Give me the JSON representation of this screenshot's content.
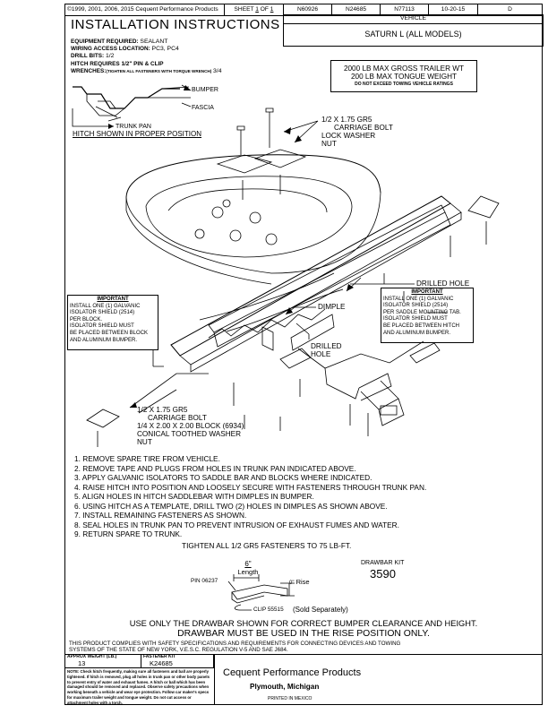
{
  "header": {
    "copyright": "©1999, 2001, 2006, 2015 Cequent Performance Products",
    "sheet_label": "SHEET",
    "sheet_num": "1",
    "of_label": "OF",
    "sheet_total": "1",
    "codes": [
      "N60926",
      "N24685",
      "N77113",
      "10-20-15",
      "D"
    ]
  },
  "title": "INSTALLATION INSTRUCTIONS",
  "vehicle": {
    "label": "VEHICLE",
    "value": "SATURN L (ALL MODELS)"
  },
  "requirements": [
    {
      "label": "EQUIPMENT REQUIRED:",
      "value": "SEALANT"
    },
    {
      "label": "WIRING ACCESS LOCATION:",
      "value": "PC3, PC4"
    },
    {
      "label": "DRILL BITS:",
      "value": "1/2"
    },
    {
      "label": "HITCH REQUIRES 1/2\" PIN & CLIP",
      "value": ""
    },
    {
      "label": "WRENCHES:",
      "note": "(TIGHTEN ALL FASTENERS WITH TORQUE WRENCH)",
      "value": "3/4"
    }
  ],
  "rating": {
    "line1": "2000 LB MAX GROSS TRAILER WT",
    "line2": "200 LB MAX TONGUE WEIGHT",
    "line3": "DO NOT EXCEED TOWING VEHICLE RATINGS"
  },
  "diagram_labels": {
    "bumper": "BUMPER",
    "fascia": "FASCIA",
    "trunk_pan": "TRUNK PAN",
    "hitch_position": "HITCH SHOWN IN PROPER POSITION",
    "bolt_top_1": "1/2 X 1.75 GR5",
    "bolt_top_2": "CARRIAGE BOLT",
    "bolt_top_3": "LOCK WASHER",
    "bolt_top_4": "NUT",
    "drilled_hole_right": "DRILLED HOLE",
    "dimple": "DIMPLE",
    "drilled_hole_1": "DRILLED",
    "drilled_hole_2": "HOLE",
    "bolt_bottom_1": "1/2 X 1.75 GR5",
    "bolt_bottom_2": "CARRIAGE BOLT",
    "bolt_bottom_3": "1/4 X 2.00 X 2.00 BLOCK (6934)",
    "bolt_bottom_4": "CONICAL TOOTHED WASHER",
    "bolt_bottom_5": "NUT"
  },
  "important_left": {
    "title": "IMPORTANT",
    "lines": [
      "INSTALL ONE (1) GALVANIC",
      "ISOLATOR SHIELD (2514)",
      "PER BLOCK.",
      "ISOLATOR SHIELD MUST",
      "BE PLACED BETWEEN BLOCK",
      "AND ALUMINUM BUMPER."
    ]
  },
  "important_right": {
    "title": "IMPORTANT",
    "lines": [
      "INSTALL ONE (1) GALVANIC",
      "ISOLATOR SHIELD (2514)",
      "PER SADDLE MOUNTING TAB.",
      "ISOLATOR SHIELD MUST",
      "BE PLACED BETWEEN HITCH",
      "AND ALUMINUM BUMPER."
    ]
  },
  "steps": [
    "1.  REMOVE SPARE TIRE FROM VEHICLE.",
    "2.  REMOVE TAPE AND PLUGS FROM HOLES IN TRUNK PAN INDICATED ABOVE.",
    "3.  APPLY GALVANIC ISOLATORS TO SADDLE BAR AND BLOCKS WHERE INDICATED.",
    "4.  RAISE HITCH INTO POSITION AND LOOSELY SECURE WITH FASTENERS THROUGH TRUNK PAN.",
    "5.  ALIGN HOLES IN HITCH SADDLEBAR WITH DIMPLES IN BUMPER.",
    "6.  USING HITCH AS A TEMPLATE, DRILL TWO (2) HOLES IN DIMPLES AS SHOWN ABOVE.",
    "7.  INSTALL REMAINING FASTENERS AS SHOWN.",
    "8.  SEAL HOLES IN TRUNK PAN TO PREVENT INTRUSION OF EXHAUST FUMES AND WATER.",
    "9.  RETURN SPARE TO TRUNK."
  ],
  "torque_note": "TIGHTEN ALL 1/2 GR5 FASTENERS TO 75 LB-FT.",
  "drawbar": {
    "kit_label": "DRAWBAR KIT",
    "kit_number": "3590",
    "length_value": "6\"",
    "length_label": "Length",
    "rise_value": "0\"",
    "rise_label": "Rise",
    "pin": "PIN 06237",
    "clip": "CLIP 55515",
    "sold": "(Sold Separately)"
  },
  "clearance_note_1": "USE ONLY THE DRAWBAR SHOWN FOR CORRECT BUMPER CLEARANCE AND HEIGHT.",
  "clearance_note_2": "DRAWBAR MUST BE USED IN THE RISE POSITION ONLY.",
  "compliance_1": "THIS PRODUCT COMPLIES WITH SAFETY SPECIFICATIONS AND REQUIREMENTS FOR CONNECTING DEVICES AND TOWING",
  "compliance_2": "SYSTEMS OF THE STATE OF NEW YORK, V.E.S.C. REGULATION V-5 AND SAE J684.",
  "footer": {
    "weight_label": "APPROX WEIGHT (LB.)",
    "weight_value": "13",
    "fastener_label": "FASTENER KIT",
    "fastener_value": "K24685",
    "note": "NOTE: Check hitch frequently, making sure all fasteners and ball are properly tightened. If hitch is removed, plug all holes in trunk pan or other body panels to prevent entry of water and exhaust fumes. A hitch or ball which has been damaged should be removed and replaced. Observe safety precautions when working beneath a vehicle and wear eye protection. Follow car maker's specs for maximum trailer weight and tongue weight. Do not cut access or attachment holes with a torch.",
    "company": "Cequent Performance Products",
    "city": "Plymouth, Michigan",
    "printed": "PRINTED IN MEXICO"
  }
}
